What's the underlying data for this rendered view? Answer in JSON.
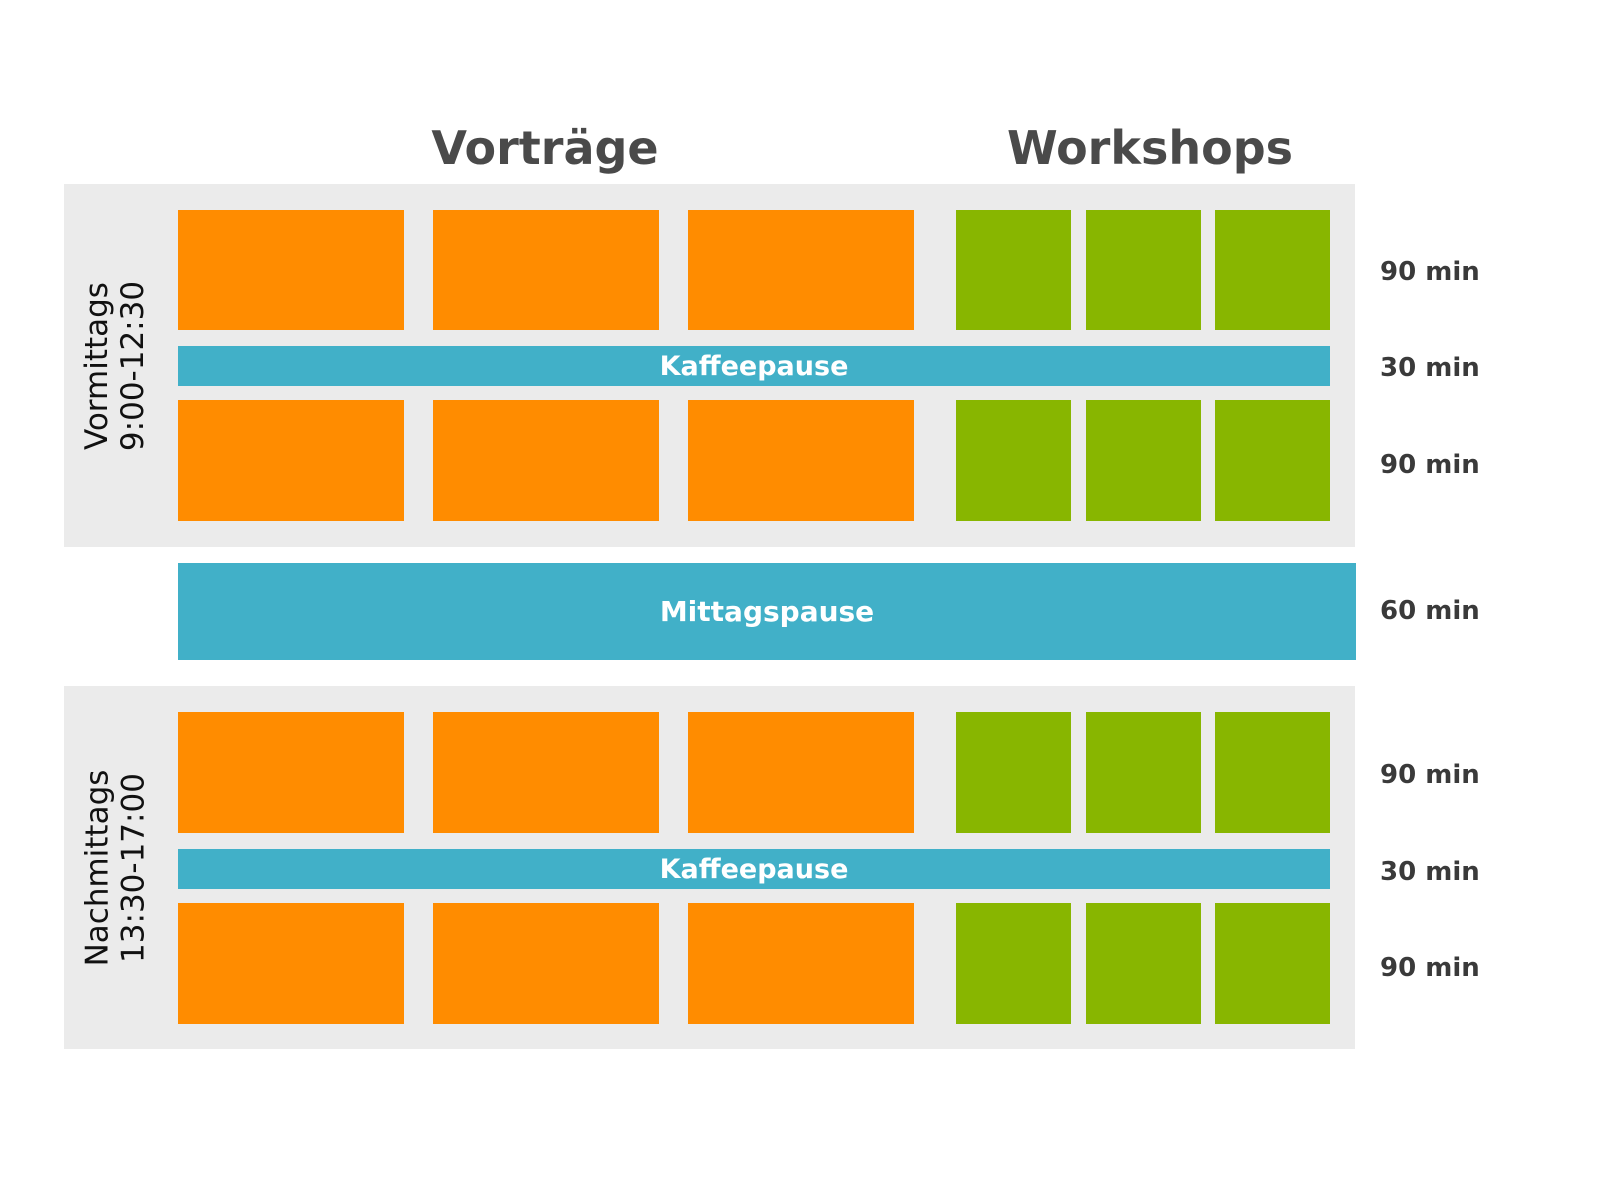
{
  "columns": {
    "lectures": "Vorträge",
    "workshops": "Workshops"
  },
  "sessions": {
    "morning": {
      "name": "Vormittags",
      "time": "9:00-12:30"
    },
    "afternoon": {
      "name": "Nachmittags",
      "time": "13:30-17:00"
    }
  },
  "breaks": {
    "coffee": "Kaffeepause",
    "lunch": "Mittagspause"
  },
  "durations": {
    "am_block1": "90 min",
    "am_coffee": "30 min",
    "am_block2": "90 min",
    "lunch": "60 min",
    "pm_block1": "90 min",
    "pm_coffee": "30 min",
    "pm_block2": "90 min"
  },
  "colors": {
    "lecture": "#ff8c00",
    "workshop": "#88b600",
    "break": "#41b0c8",
    "session_bg": "#ebebeb"
  }
}
